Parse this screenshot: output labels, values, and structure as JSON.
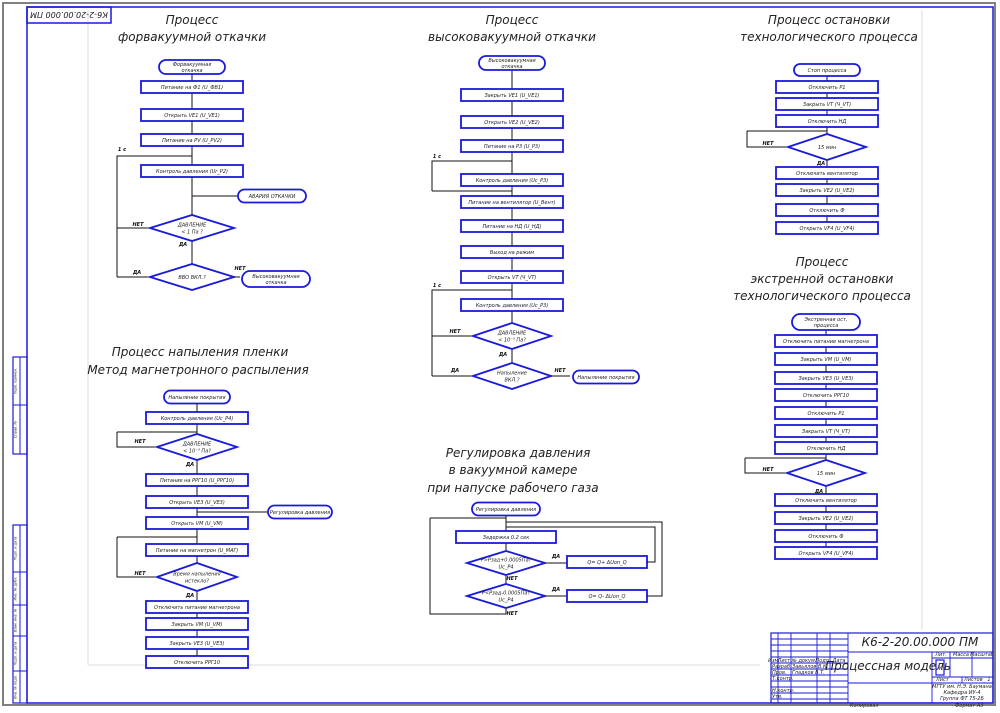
{
  "document": {
    "code": "К6-2-20.00.000 ПМ",
    "code_rotated": "К6-2-20.00.000 ПМ",
    "drawing_name": "Процессная модель"
  },
  "colors": {
    "frame": "#1a1adb",
    "line": "#111111",
    "outer_border": "#808080",
    "background": "#ffffff"
  },
  "labels": {
    "yes": "ДА",
    "no": "НЕТ",
    "one_sec": "1 с"
  },
  "flowcharts": {
    "forvacuum": {
      "title": [
        "Процесс",
        "форвакуумной откачки"
      ],
      "start": [
        "Форвакуумная",
        "откачка"
      ],
      "steps": [
        "Питание на Ф1 (U_ФВ1)",
        "Открыть VE1 (U_VE1)",
        "Питание на PV (U_PV2)",
        "Контроль давления (Ur_P2)"
      ],
      "alarm": "АВАРИЯ ОТКАЧКИ",
      "decision1": [
        "ДАВЛЕНИЕ",
        "< 1 Па ?"
      ],
      "decision2": "ВВО ВКЛ.?",
      "end": [
        "Высоковакуумная",
        "откачка"
      ]
    },
    "highvacuum": {
      "title": [
        "Процесс",
        "высоковакуумной откачки"
      ],
      "start": [
        "Высоковакуумная",
        "откачка"
      ],
      "steps": [
        "Закрыть VE1 (U_VE1)",
        "Открыть VE2 (U_VE2)",
        "Питание на P3 (U_P3)",
        "Контроль давления (Uc_P3)",
        "Питание на вентилятор (U_Вент)",
        "Питание на НД (U_НД)",
        "Выход на режим",
        "Открыть VT (Ч_VT)",
        "Контроль давления (Uc_P3)"
      ],
      "decision1": [
        "ДАВЛЕНИЕ",
        "< 10⁻³ Па?"
      ],
      "decision2": [
        "Напыление",
        "ВКЛ.?"
      ],
      "end": "Напыление покрытия"
    },
    "sputtering": {
      "title": [
        "Процесс напыления пленки",
        "Метод магнетронного распыления"
      ],
      "start": "Напыление покрытия",
      "steps1": [
        "Контроль давления (Uc_P4)"
      ],
      "decision1": [
        "ДАВЛЕНИЕ",
        "< 10⁻³ Па?"
      ],
      "steps2": [
        "Питание на РРГ10 (U_РРГ10)",
        "Открыть VE3 (U_VE3)",
        "Открыть VM (U_VM)",
        "Питание на магнетрон (U_МАГ)"
      ],
      "side": "Регулировка давления",
      "decision2": [
        "Время напыления",
        "истекло?"
      ],
      "steps3": [
        "Отключить питание магнетрона",
        "Закрыть VM (U_VM)",
        "Закрыть VE3 (U_VE3)",
        "Отключить РРГ10"
      ]
    },
    "regulation": {
      "title": [
        "Регулировка давления",
        "в вакуумной камере",
        "при напуске рабочего газа"
      ],
      "start": "Регулировка давления",
      "step": "Задержка 0.2 сек",
      "decision1": [
        "P>Pзад+0.0005Па?",
        "Uc_P4"
      ],
      "decision2": [
        "P<Pзад-0.0005Па?",
        "Uc_P4"
      ],
      "action1": "Q= Q+ ΔUоп_Q",
      "action2": "Q= Q- ΔUоп_Q"
    },
    "stop": {
      "title": [
        "Процесс остановки",
        "технологического процесса"
      ],
      "start": "Стоп процесса",
      "steps1": [
        "Отключить Р1",
        "Закрыть VT (Ч_VT)",
        "Отключить НД"
      ],
      "decision": "15 мин",
      "steps2": [
        "Отключить вентилятор",
        "Закрыть VE2 (U_VE2)",
        "Отключить Ф",
        "Открыть VF4 (U_VF4)"
      ]
    },
    "emergency": {
      "title": [
        "Процесс",
        "экстренной остановки",
        "технологического процесса"
      ],
      "start": [
        "Экстренная ост.",
        "процесса"
      ],
      "steps1": [
        "Отключить питание магнетрона",
        "Закрыть VM (U_VM)",
        "Закрыть VE3 (U_VE3)",
        "Отключить РРГ10",
        "Отключить Р1",
        "Закрыть VT (Ч_VT)",
        "Отключить НД"
      ],
      "decision": "15 мин",
      "steps2": [
        "Отключить вентилятор",
        "Закрыть VE2 (U_VE2)",
        "Отключить Ф",
        "Открыть VF4 (U_VF4)"
      ]
    }
  },
  "title_block": {
    "code": "К6-2-20.00.000 ПМ",
    "name": "Процессная модель",
    "headers": [
      "Лит.",
      "Масса",
      "Масштаб"
    ],
    "header_left": [
      "Изм.",
      "Лист",
      "№ докум.",
      "Подп.",
      "Дата"
    ],
    "roles": [
      "Разраб.",
      "Пров.",
      "Т.контр.",
      "Н.контр.",
      "Утв."
    ],
    "people": [
      "Завьялов В.К.",
      "Гладков В.Т."
    ],
    "litera": "У",
    "sheet_label": "Лист",
    "sheets_label": "Листов",
    "sheets_count": "1",
    "org": [
      "МГТУ им. Н.Э. Баумана",
      "Кафедра ИУ-4",
      "Группа ФТ 75-2Б"
    ],
    "copied": "Копировал",
    "format": "Формат А3"
  },
  "side_stamp": [
    "Перв. примен.",
    "Справ. №",
    "Подп. и дата",
    "Инв. № дубл.",
    "Взам. инв. №",
    "Подп. и дата",
    "Инв. № подл."
  ]
}
